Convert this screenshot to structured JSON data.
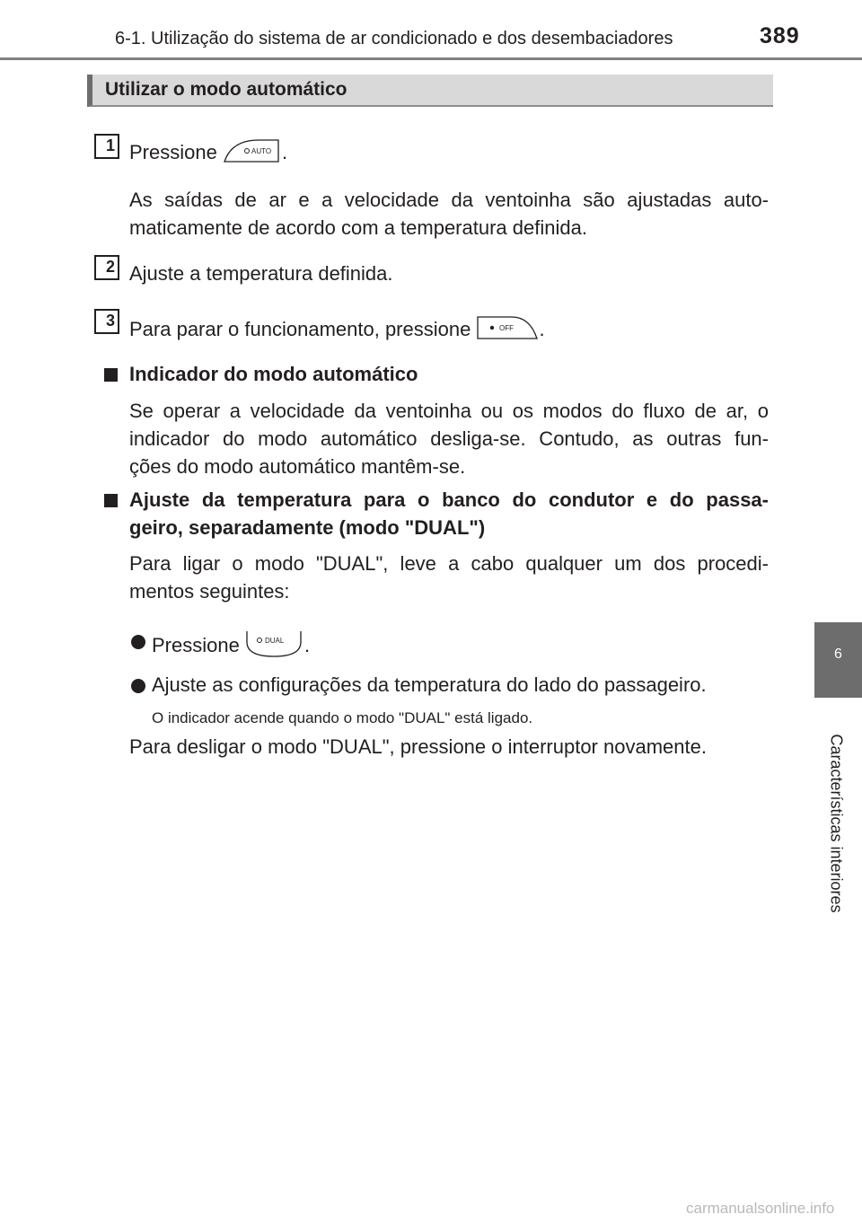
{
  "header": {
    "title": "6-1. Utilização do sistema de ar condicionado e dos desembaciadores",
    "page_number": "389"
  },
  "section_title": "Utilizar o modo automático",
  "steps": [
    {
      "num": "1",
      "text": "Pressione",
      "button": "AUTO",
      "desc_line1": "As saídas de ar e a velocidade da ventoinha são ajustadas auto-",
      "desc_line2": "maticamente de acordo com a temperatura definida."
    },
    {
      "num": "2",
      "text": "Ajuste a temperatura definida."
    },
    {
      "num": "3",
      "text": "Para parar o funcionamento, pressione",
      "button": "OFF"
    }
  ],
  "notes": [
    {
      "heading": "Indicador do modo automático",
      "body": [
        "Se operar a velocidade da ventoinha ou os modos do fluxo de ar, o",
        "indicador do modo automático desliga-se. Contudo, as outras fun-",
        "ções do modo automático mantêm-se."
      ]
    },
    {
      "heading_line1": "Ajuste da temperatura para o banco do condutor e do passa-",
      "heading_line2": "geiro, separadamente (modo \"DUAL\")",
      "body": [
        "Para ligar o modo \"DUAL\", leve a cabo qualquer um dos procedi-",
        "mentos seguintes:"
      ],
      "bullets": [
        {
          "text": "Pressione",
          "button": "DUAL"
        },
        {
          "text": "Ajuste as configurações da temperatura do lado do passageiro."
        }
      ],
      "small_note": "O indicador acende quando o modo \"DUAL\" está ligado.",
      "closing": "Para desligar o modo \"DUAL\", pressione o interruptor novamente."
    }
  ],
  "side_tab": {
    "number": "6",
    "label": "Características interiores"
  },
  "watermark": "carmanualsonline.info"
}
